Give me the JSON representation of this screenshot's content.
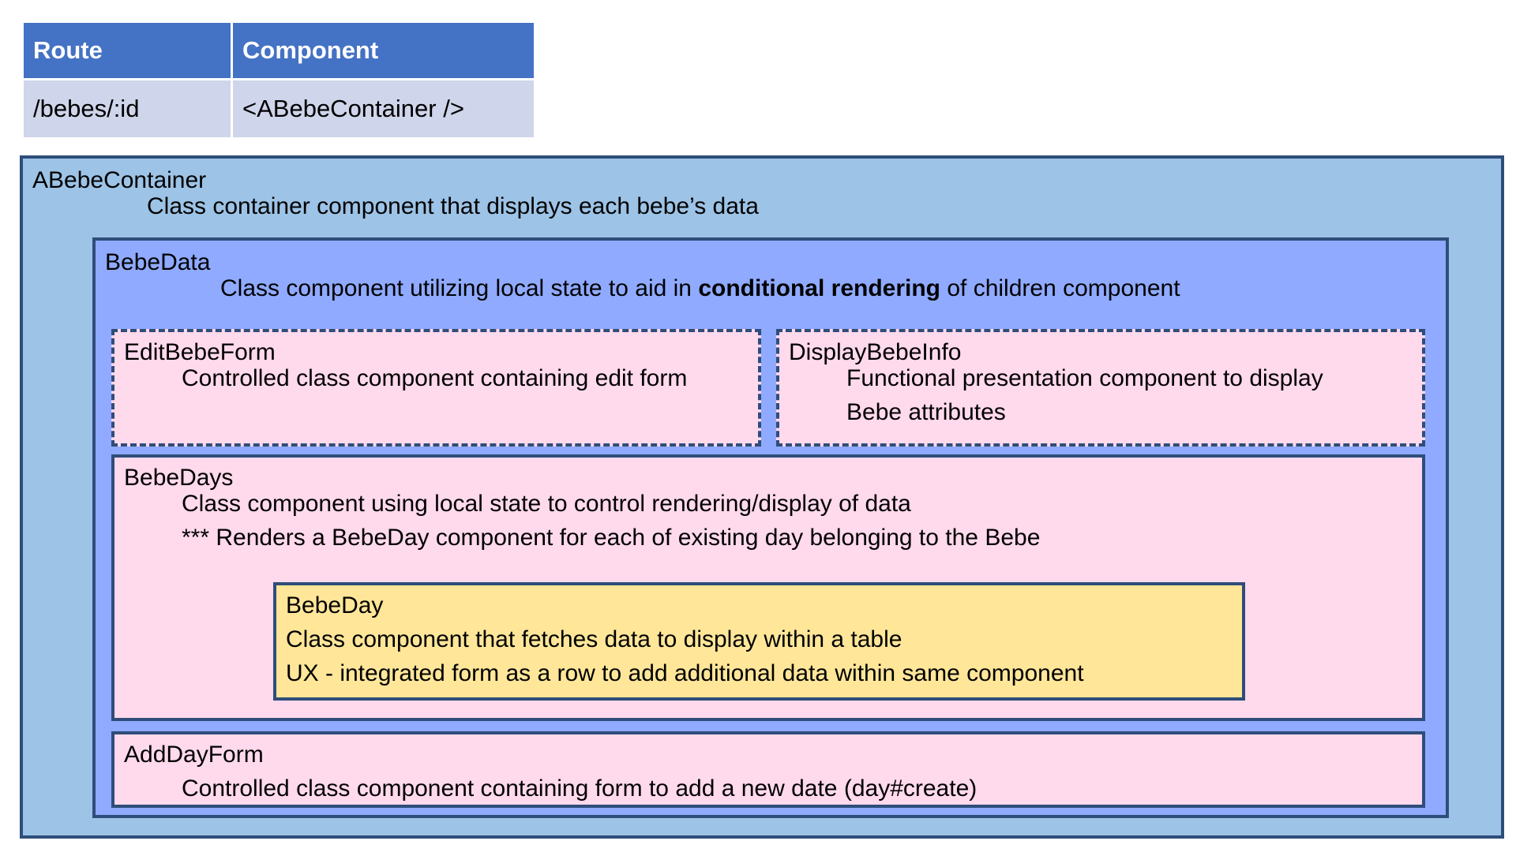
{
  "route_table": {
    "headers": [
      "Route",
      "Component"
    ],
    "rows": [
      [
        "/bebes/:id",
        "<ABebeContainer />"
      ]
    ]
  },
  "components": {
    "container": {
      "title": "ABebeContainer",
      "desc": "Class container component that displays each bebe’s data"
    },
    "bebe_data": {
      "title": "BebeData",
      "desc_before": "Class component utilizing local state to aid in ",
      "desc_bold": "conditional rendering",
      "desc_after": " of children component"
    },
    "edit_form": {
      "title": "EditBebeForm",
      "desc": "Controlled class component containing edit form"
    },
    "display_info": {
      "title": "DisplayBebeInfo",
      "desc_line1": "Functional presentation component to display",
      "desc_line2": "Bebe attributes"
    },
    "bebe_days": {
      "title": "BebeDays",
      "desc_line1": "Class component using local state to control rendering/display of data",
      "desc_line2": "*** Renders a BebeDay component for each of existing day belonging to the Bebe"
    },
    "bebe_day": {
      "title": "BebeDay",
      "desc_line1": "Class component that fetches data to display within a table",
      "desc_line2": "UX - integrated form as a row to add additional data within same component"
    },
    "add_day_form": {
      "title": "AddDayForm",
      "desc": "Controlled class component containing form to add a new date (day#create)"
    }
  }
}
